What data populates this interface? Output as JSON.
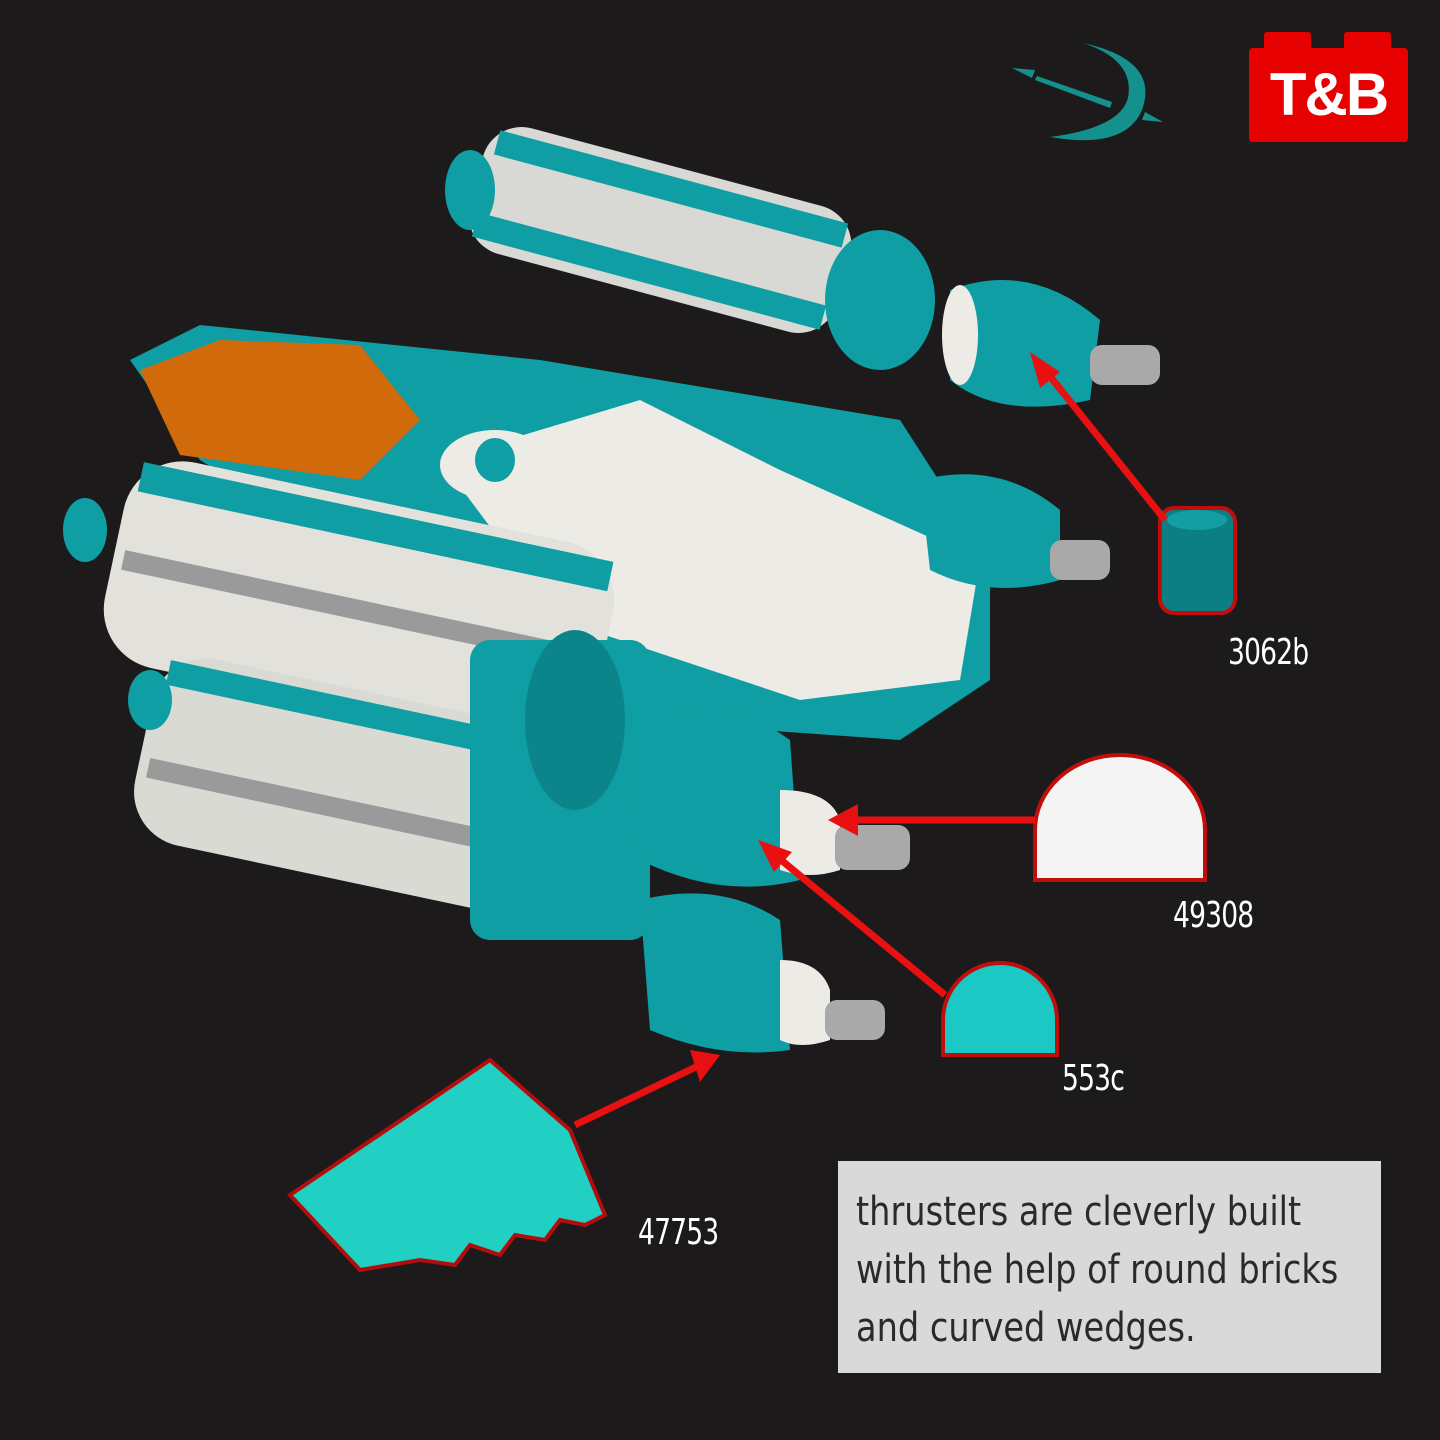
{
  "brand": {
    "logo_text": "T&B",
    "logo_color": "#e60000",
    "emblem_color": "#14918c"
  },
  "parts": [
    {
      "id": "3062b",
      "label": "3062b"
    },
    {
      "id": "49308",
      "label": "49308"
    },
    {
      "id": "553c",
      "label": "553c"
    },
    {
      "id": "47753",
      "label": "47753"
    }
  ],
  "caption": {
    "lines": [
      "thrusters are cleverly built",
      "with the help of round bricks",
      "and curved wedges."
    ]
  },
  "colors": {
    "teal": "#0f9ea3",
    "white": "#ecebe6",
    "arrow": "#e81010",
    "background": "#1c1a1b"
  }
}
